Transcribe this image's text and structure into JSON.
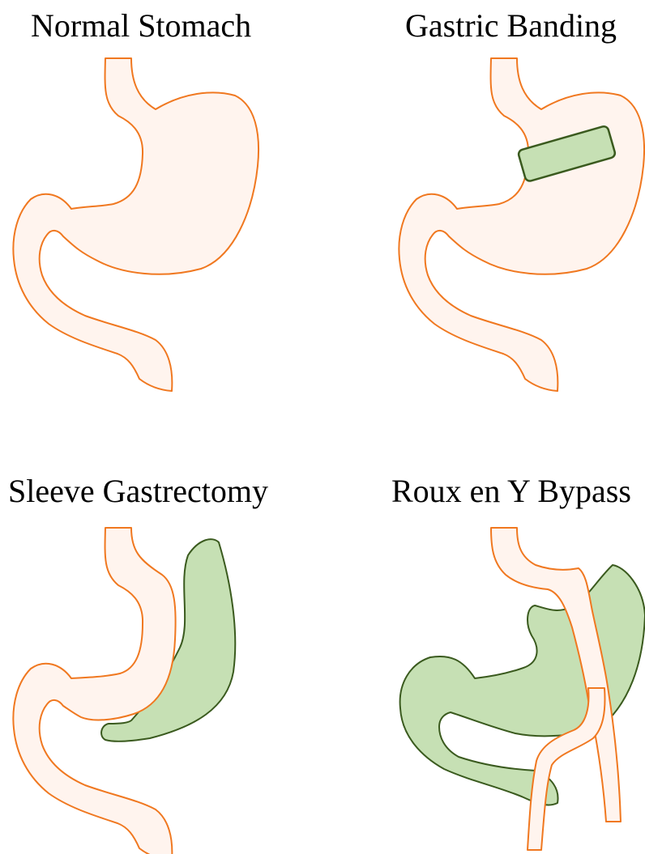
{
  "panels": [
    {
      "title": "Normal Stomach"
    },
    {
      "title": "Gastric Banding"
    },
    {
      "title": "Sleeve Gastrectomy"
    },
    {
      "title": "Roux en Y Bypass"
    }
  ],
  "colors": {
    "stomach_fill": "#fff4ee",
    "stomach_outline": "#f07820",
    "removed_fill": "#c6e0b4",
    "removed_outline": "#3a5a1e"
  }
}
